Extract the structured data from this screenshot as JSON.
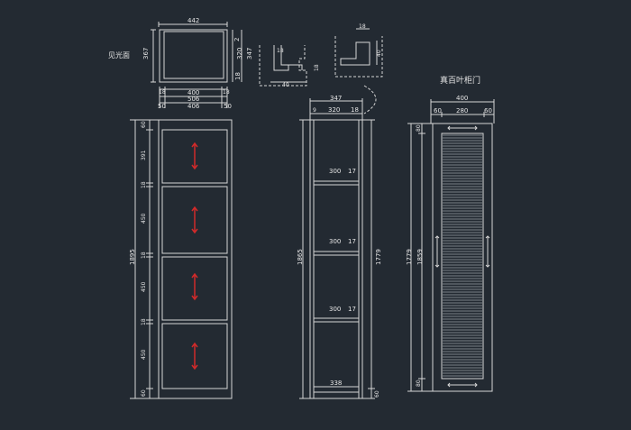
{
  "labels": {
    "view_face": "见光面",
    "louver_door_title": "真百叶柜门"
  },
  "top_view": {
    "width_overall": "442",
    "depth_overall": "367",
    "depth_inner": "347",
    "depth_mid": "320",
    "depth_front": "2",
    "depth_back": "18",
    "width_outer": "400",
    "width_inner": "406",
    "width_mid": "506",
    "left_offset": "50",
    "right_offset": "50",
    "left_small": "18",
    "right_small": "18"
  },
  "detail_a": {
    "w18": "18",
    "h18": "18",
    "w40": "40"
  },
  "detail_b": {
    "w18": "18",
    "h40": "40"
  },
  "front_view": {
    "total_height": "1895",
    "segments": [
      "60",
      "391",
      "18",
      "450",
      "18",
      "450",
      "18",
      "450",
      "60"
    ]
  },
  "side_section": {
    "width_overall": "347",
    "top_left": "9",
    "top_mid": "320",
    "top_right": "18",
    "height_left": "1865",
    "height_right": "1779",
    "bottom_right": "60",
    "shelves": [
      {
        "depth": "300",
        "thick": "17"
      },
      {
        "depth": "300",
        "thick": "17"
      },
      {
        "depth": "300",
        "thick": "17"
      }
    ],
    "base_depth": "338"
  },
  "door_view": {
    "width_overall": "400",
    "left_stile": "60",
    "middle": "280",
    "right_stile": "60",
    "height_outer": "1779",
    "height_inner": "1859",
    "top_rail": "80",
    "bottom_rail": "80"
  },
  "colors": {
    "background": "#232a32",
    "line": "#d6d6d6",
    "arrow": "#d02a2a",
    "text": "#e6e6e6"
  }
}
